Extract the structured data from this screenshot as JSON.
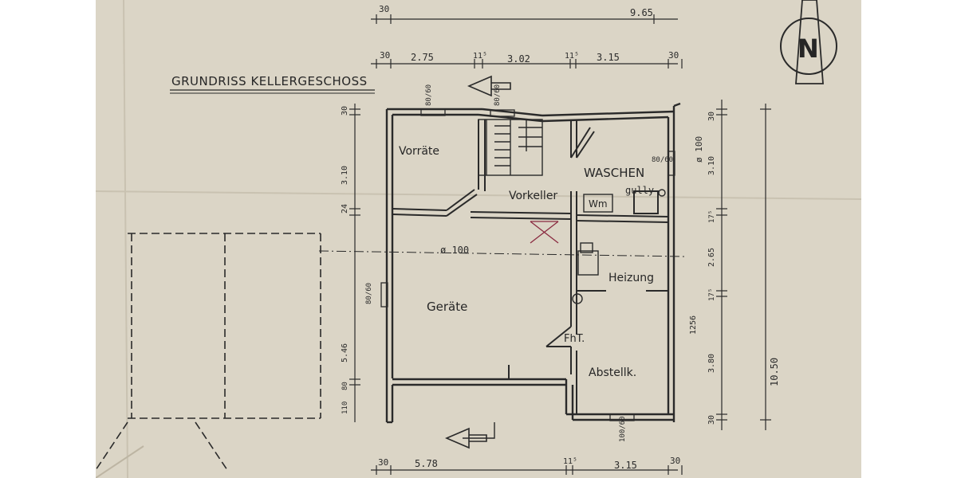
{
  "title": "GRUNDRISS KELLERGESCHOSS",
  "north_label": "N",
  "rooms": {
    "vorraete": "Vorräte",
    "vorkeller": "Vorkeller",
    "waschen": "WASCHEN",
    "gully": "gully",
    "wm": "Wm",
    "heizung": "Heizung",
    "geraete": "Geräte",
    "fht": "FhT.",
    "abstellk": "Abstellk."
  },
  "annotations": {
    "diameter_1": "ø 100",
    "diameter_2": "ø 100",
    "win_80_60_a": "80/60",
    "win_80_60_b": "80/60",
    "win_80_60_c": "80/60",
    "win_80_60_d": "80/60",
    "win_100_60": "100/60",
    "dim_1256": "1256"
  },
  "dims_top": {
    "overall": "9.65",
    "overall_left": "30",
    "seg": [
      "30",
      "2.75",
      "11⁵",
      "3.02",
      "11⁵",
      "3.15",
      "30"
    ]
  },
  "dims_bottom": {
    "seg": [
      "30",
      "5.78",
      "11⁵",
      "3.15",
      "30"
    ]
  },
  "dims_left": {
    "seg": [
      "30",
      "3.10",
      "24",
      "5.46",
      "80",
      "110"
    ]
  },
  "dims_right": {
    "seg": [
      "30",
      "3.10",
      "17⁵",
      "2.65",
      "17⁵",
      "3.80",
      "30"
    ],
    "overall": "10.50"
  }
}
